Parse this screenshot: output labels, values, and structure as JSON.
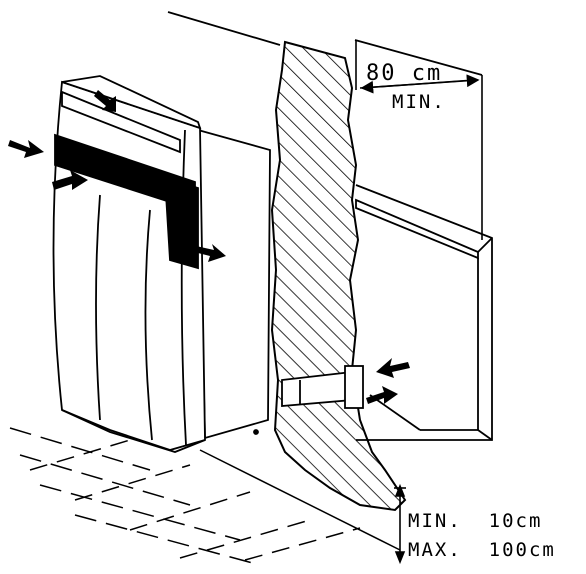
{
  "diagram": {
    "stroke_color": "#000000",
    "fill_dark": "#000000",
    "background": "#ffffff",
    "clearance_side": {
      "value": "80 cm",
      "qualifier": "MIN."
    },
    "window_height": {
      "min_line": "MIN.  10cm",
      "max_line": "MAX.  100cm"
    }
  }
}
